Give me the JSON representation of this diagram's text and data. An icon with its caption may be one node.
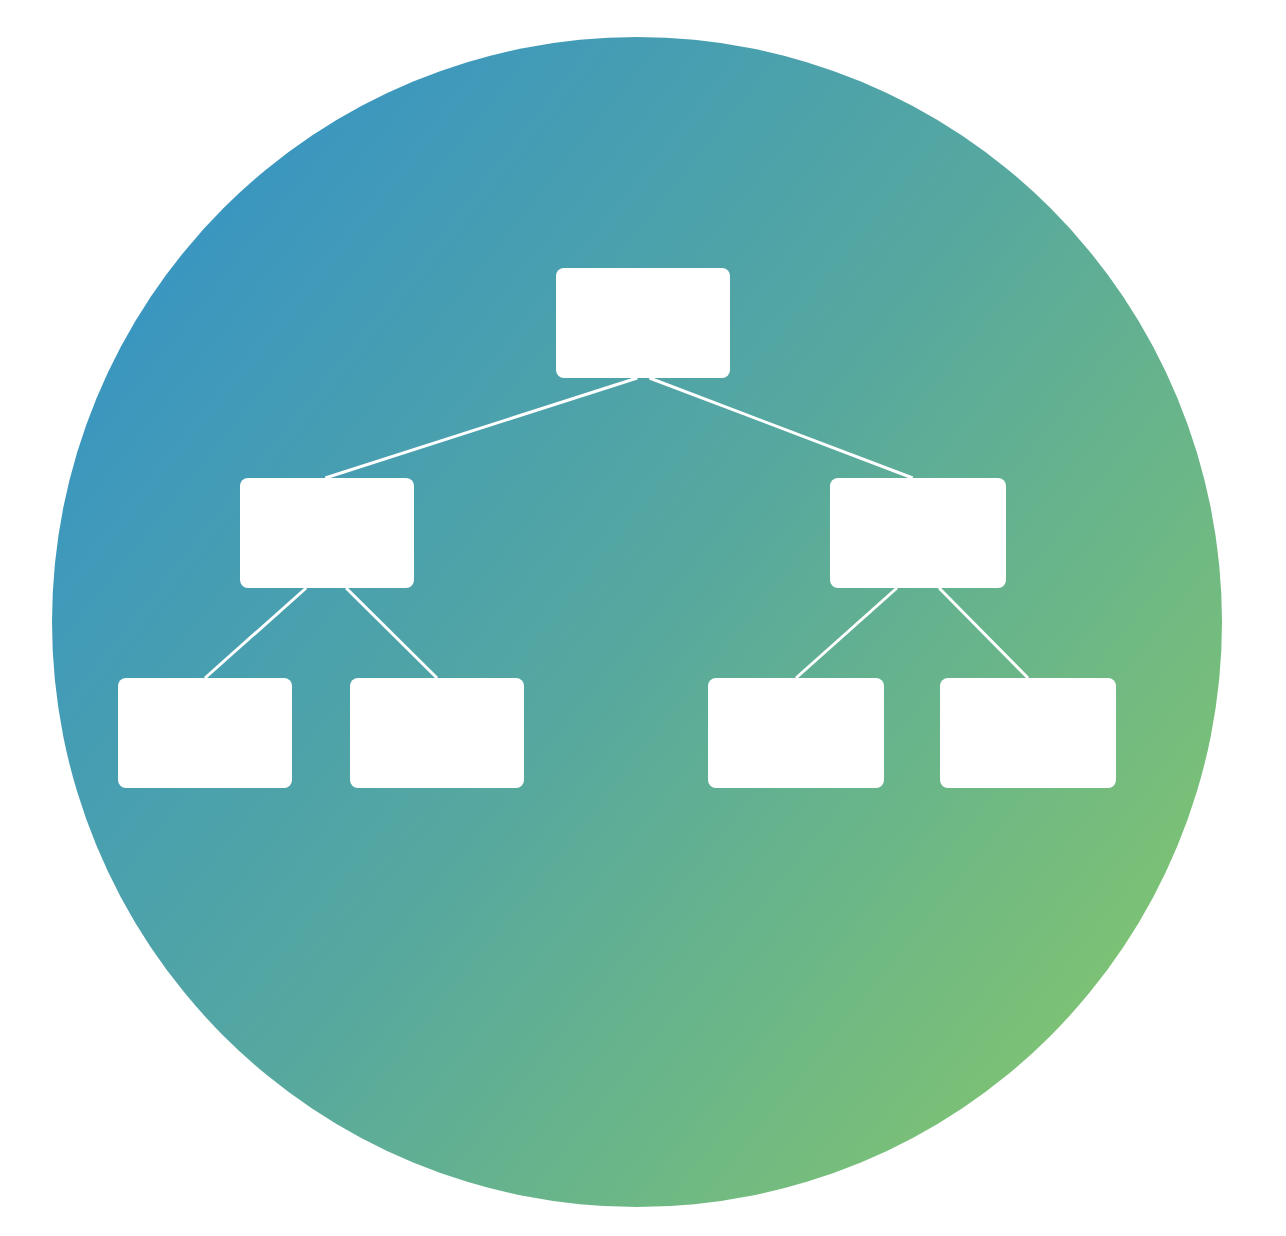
{
  "diagram": {
    "nodes": [
      {
        "text": [],
        "shape": "box"
      },
      {
        "text": [],
        "shape": "box"
      },
      {
        "text": [],
        "shape": "box"
      },
      {
        "text": [],
        "shape": "box"
      },
      {
        "text": [],
        "shape": "box"
      },
      {
        "text": [],
        "shape": "box"
      },
      {
        "text": [],
        "shape": "box"
      }
    ],
    "edges": [
      {
        "from": 0,
        "to": 1,
        "arrow": "none"
      },
      {
        "from": 0,
        "to": 2,
        "arrow": "none"
      },
      {
        "from": 1,
        "to": 3,
        "arrow": "none"
      },
      {
        "from": 1,
        "to": 4,
        "arrow": "none"
      },
      {
        "from": 2,
        "to": 5,
        "arrow": "none"
      },
      {
        "from": 2,
        "to": 6,
        "arrow": "none"
      }
    ]
  }
}
